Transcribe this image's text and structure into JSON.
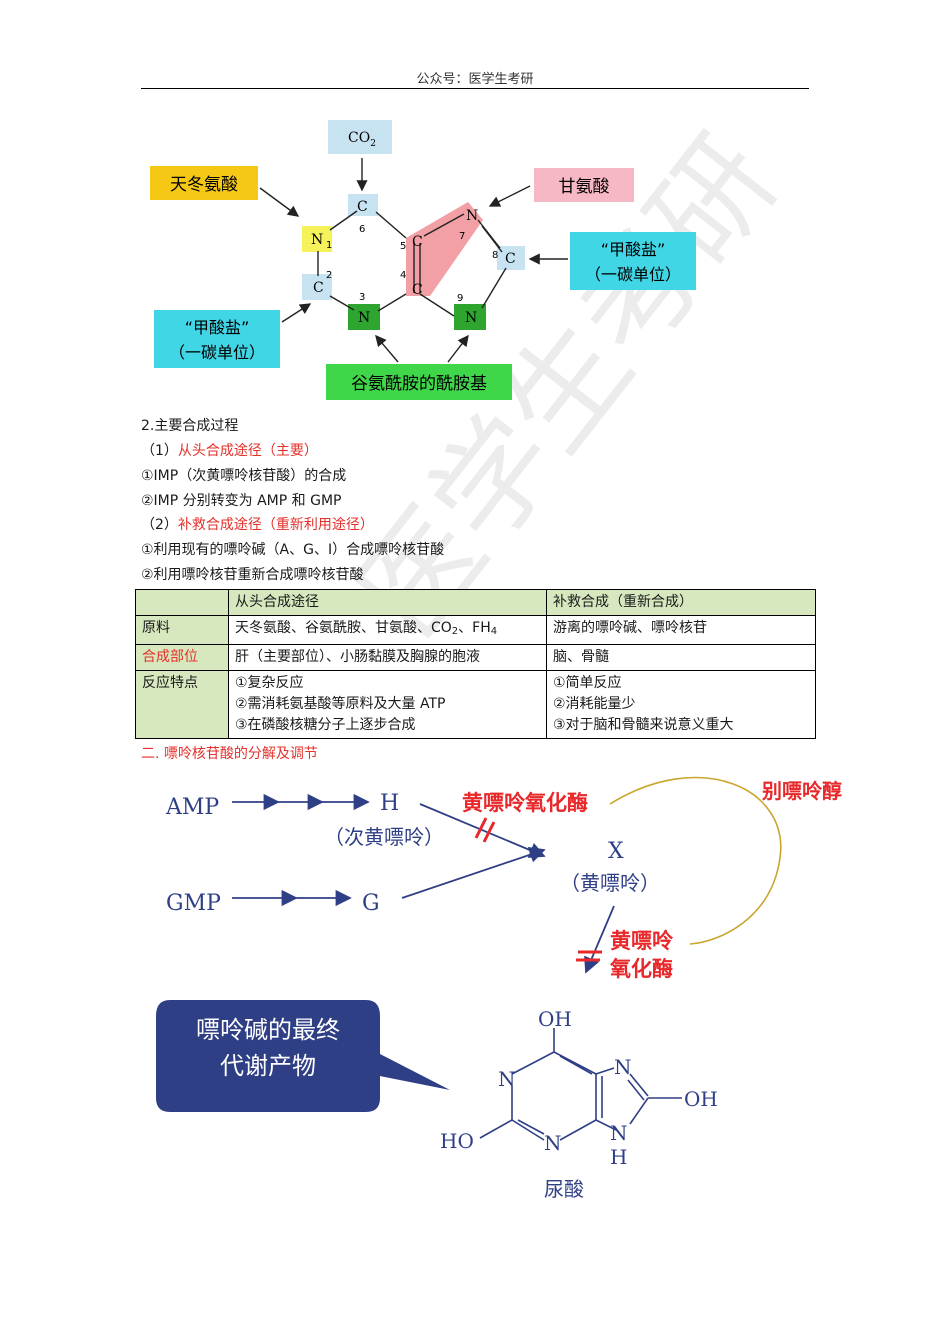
{
  "header": {
    "text": "公众号：医学生考研"
  },
  "watermark": {
    "text": "医学生考研"
  },
  "purine_diagram": {
    "sources": {
      "co2_main": "CO",
      "co2_sub": "2",
      "aspartate": "天冬氨酸",
      "glycine": "甘氨酸",
      "formate_top": "“甲酸盐”",
      "formate_top_2": "（一碳单位）",
      "formate_bottom": "“甲酸盐”",
      "formate_bottom_2": "（一碳单位）",
      "glutamine": "谷氨酰胺的酰胺基"
    },
    "atoms": {
      "c6": "C",
      "n1": "N",
      "c2": "C",
      "n3": "N",
      "c4": "C",
      "c5": "C",
      "n7": "N",
      "c8": "C",
      "n9": "N"
    },
    "numbers": {
      "n1": "1",
      "c2": "2",
      "n3": "3",
      "c4": "4",
      "c5": "5",
      "c6": "6",
      "n7": "7",
      "c8": "8",
      "n9": "9"
    }
  },
  "section2": {
    "title": "2.主要合成过程",
    "denovo_prefix": "（1）",
    "denovo_label": "从头合成途径（主要）",
    "denovo_item1": "①IMP（次黄嘌呤核苷酸）的合成",
    "denovo_item2": "②IMP 分别转变为 AMP 和 GMP",
    "salvage_prefix": "（2）",
    "salvage_label": "补救合成途径（重新利用途径）",
    "salvage_item1": "①利用现有的嘌呤碱（A、G、I）合成嘌呤核苷酸",
    "salvage_item2": "②利用嘌呤核苷重新合成嘌呤核苷酸"
  },
  "table": {
    "headers": [
      "",
      "从头合成途径",
      "补救合成（重新合成）"
    ],
    "row_material": {
      "label": "原料",
      "denovo_text": "天冬氨酸、谷氨酰胺、甘氨酸、CO",
      "denovo_sub1": "2",
      "denovo_mid": "、FH",
      "denovo_sub2": "4",
      "salvage": "游离的嘌呤碱、嘌呤核苷"
    },
    "row_site": {
      "label": "合成部位",
      "denovo": "肝（主要部位）、小肠黏膜及胸腺的胞液",
      "salvage": "脑、骨髓"
    },
    "row_features": {
      "label": "反应特点",
      "denovo": [
        "①复杂反应",
        "②需消耗氨基酸等原料及大量 ATP",
        "③在磷酸核糖分子上逐步合成"
      ],
      "salvage": [
        "①简单反应",
        "②消耗能量少",
        "③对于脑和骨髓来说意义重大"
      ]
    }
  },
  "section3": {
    "title": "二. 嘌呤核苷酸的分解及调节"
  },
  "degradation": {
    "amp": "AMP",
    "h": "H",
    "h_name": "（次黄嘌呤）",
    "gmp": "GMP",
    "g": "G",
    "x": "X",
    "x_name": "（黄嘌呤）",
    "enzyme1": "黄嘌呤氧化酶",
    "enzyme2_line1": "黄嘌呤",
    "enzyme2_line2": "氧化酶",
    "inhibitor": "别嘌呤醇",
    "callout_line1": "嘌呤碱的最终",
    "callout_line2": "代谢产物",
    "uric_acid_name": "尿酸",
    "ua_oh_top": "OH",
    "ua_oh_right": "OH",
    "ua_ho_left": "HO",
    "ua_n1": "N",
    "ua_n3": "N",
    "ua_n7": "N",
    "ua_n9": "N",
    "ua_h9": "H",
    "colors": {
      "red": "#e8282a",
      "navy": "#2f3f86",
      "olive": "#c9a52c"
    }
  }
}
